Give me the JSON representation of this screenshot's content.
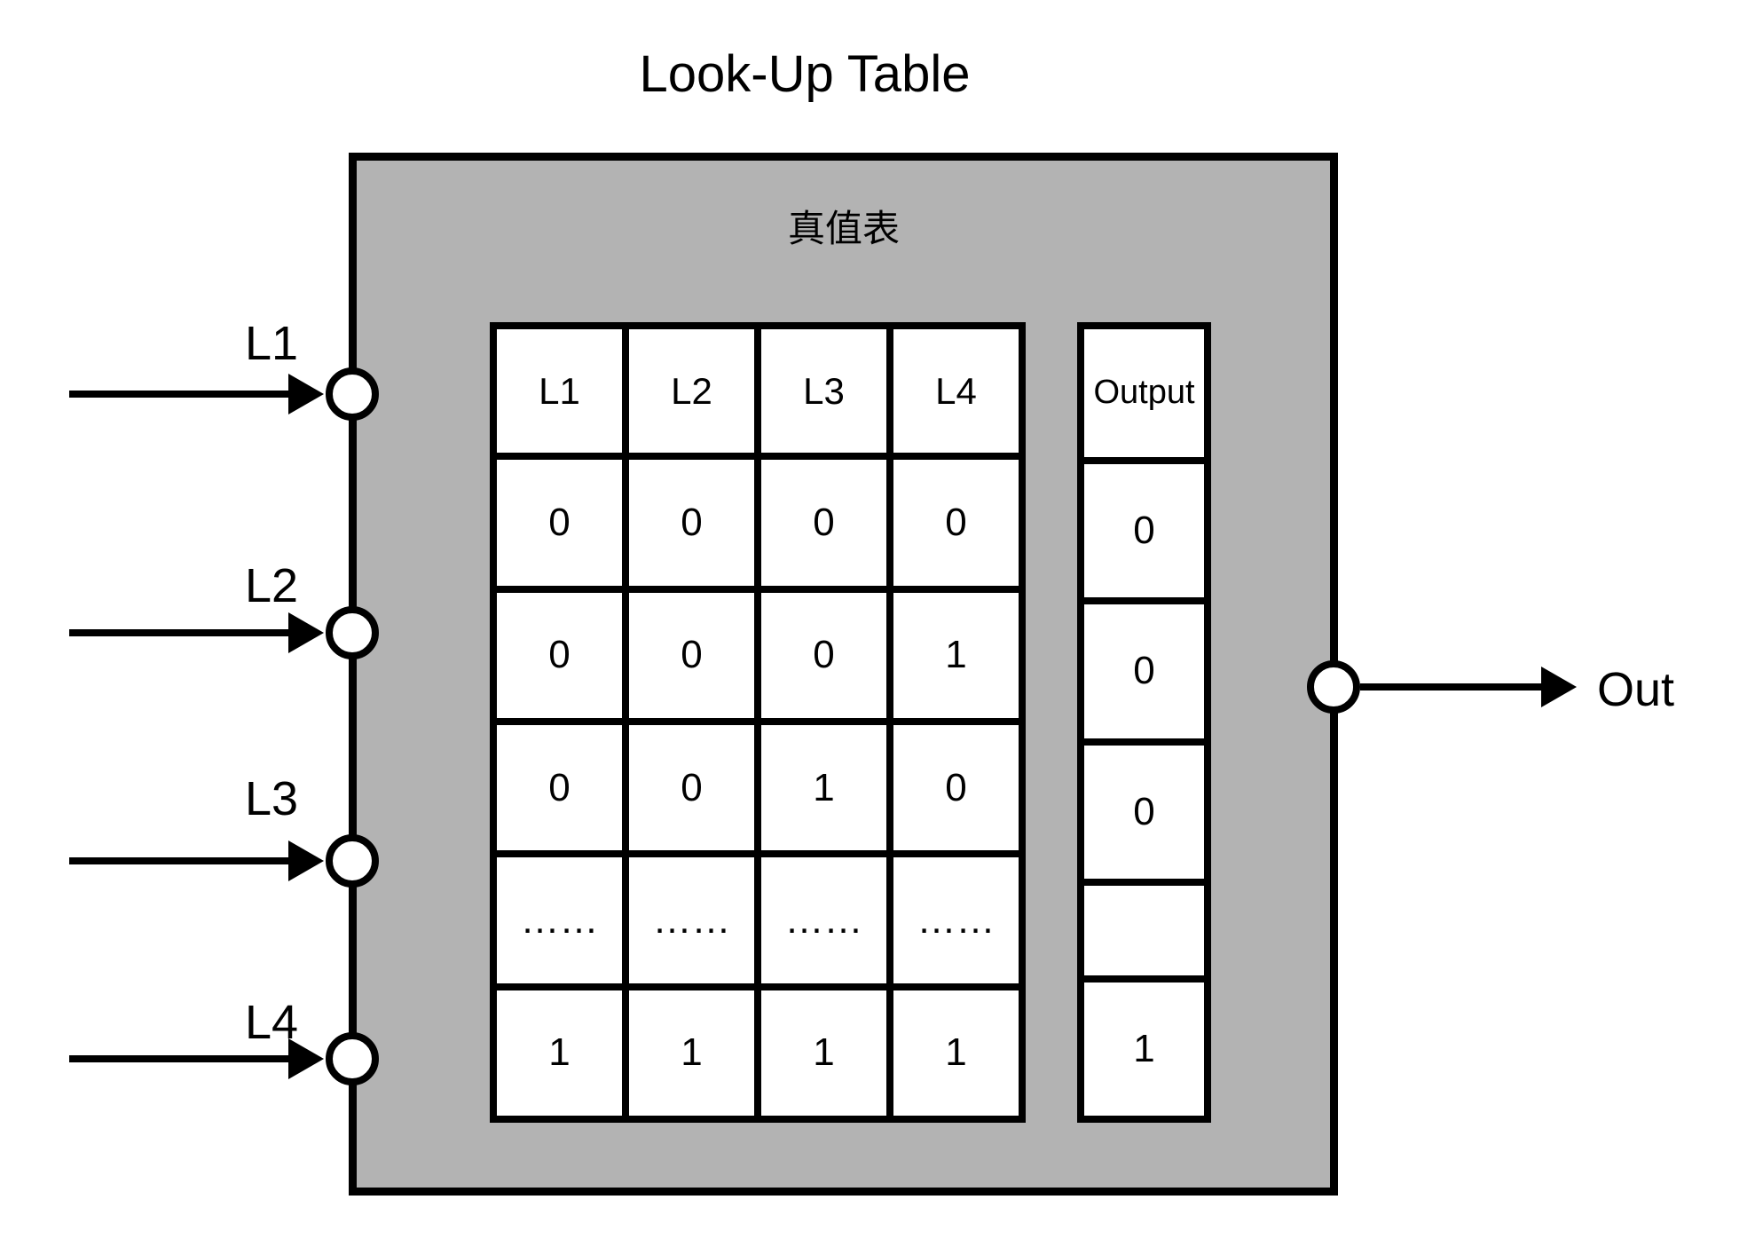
{
  "diagram": {
    "title": "Look-Up Table",
    "box_label": "真值表",
    "inputs": [
      {
        "label": "L1"
      },
      {
        "label": "L2"
      },
      {
        "label": "L3"
      },
      {
        "label": "L4"
      }
    ],
    "output_label": "Out",
    "colors": {
      "box_fill": "#b3b3b3",
      "line": "#000000",
      "cell_fill": "#ffffff"
    }
  },
  "truth_table": {
    "headers": [
      "L1",
      "L2",
      "L3",
      "L4"
    ],
    "rows": [
      [
        "0",
        "0",
        "0",
        "0"
      ],
      [
        "0",
        "0",
        "0",
        "1"
      ],
      [
        "0",
        "0",
        "1",
        "0"
      ],
      [
        "……",
        "……",
        "……",
        "……"
      ],
      [
        "1",
        "1",
        "1",
        "1"
      ]
    ],
    "output_header": "Output",
    "output_values": [
      "0",
      "0",
      "0",
      "",
      "1"
    ]
  }
}
